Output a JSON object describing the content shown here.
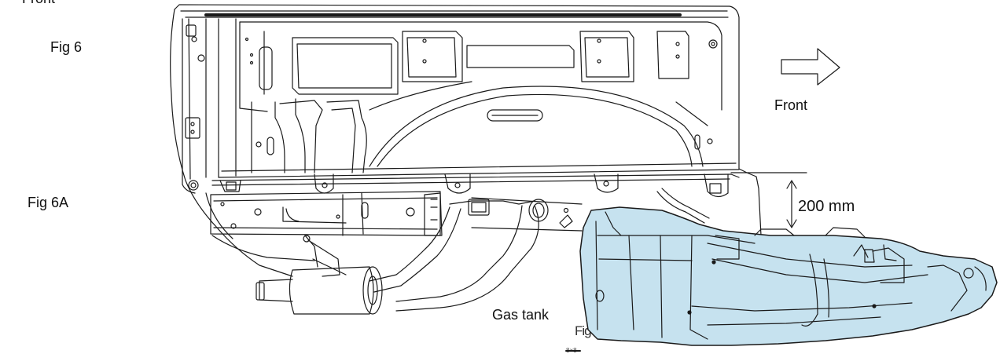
{
  "labels": {
    "top_cut": "Front",
    "fig6": "Fig 6",
    "fig6a": "Fig 6A",
    "front": "Front",
    "clearance": "200 mm",
    "gas_tank": "Gas tank",
    "fig_small": "Fig 6",
    "tiny_note": "8×8"
  },
  "colors": {
    "line": "#1a1a1a",
    "tank_fill": "#c6e2ef",
    "background": "#ffffff"
  },
  "icons": {
    "direction_arrow": "right-arrow-icon",
    "dimension_arrow": "vertical-double-arrow-icon"
  }
}
